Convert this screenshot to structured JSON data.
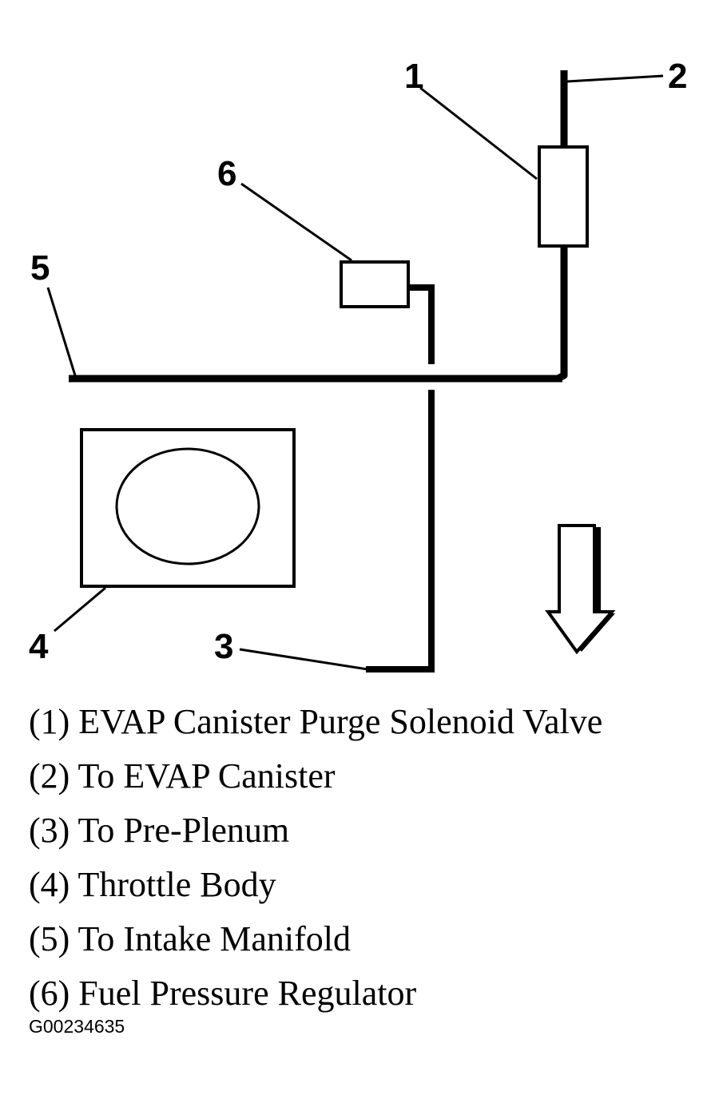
{
  "callouts": {
    "c1": "1",
    "c2": "2",
    "c3": "3",
    "c4": "4",
    "c5": "5",
    "c6": "6"
  },
  "legend": [
    "(1) EVAP Canister Purge Solenoid Valve",
    "(2) To EVAP Canister",
    "(3) To Pre-Plenum",
    "(4) Throttle Body",
    "(5) To Intake Manifold",
    "(6) Fuel Pressure Regulator"
  ],
  "figure_id": "G00234635",
  "colors": {
    "ink": "#000000",
    "background": "#ffffff"
  }
}
